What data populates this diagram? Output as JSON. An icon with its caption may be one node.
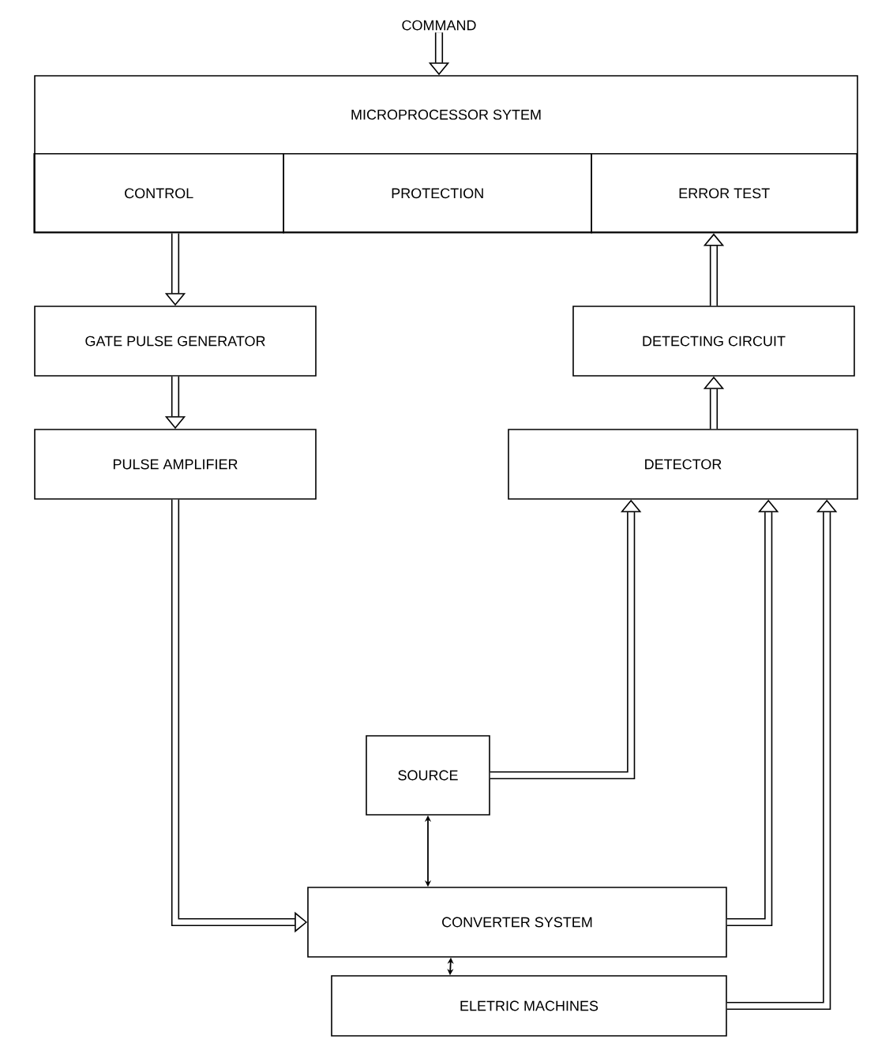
{
  "diagram": {
    "nodes": [
      {
        "text": [
          "COMMAND"
        ]
      },
      {
        "text": [
          "MICROPROCESSOR SYTEM"
        ]
      },
      {
        "text": [
          "CONTROL"
        ],
        "in": 1
      },
      {
        "text": [
          "PROTECTION"
        ],
        "in": 1
      },
      {
        "text": [
          "ERROR TEST"
        ],
        "in": 1
      },
      {
        "text": [
          "GATE PULSE GENERATOR"
        ]
      },
      {
        "text": [
          "DETECTING CIRCUIT"
        ]
      },
      {
        "text": [
          "PULSE AMPLIFIER"
        ]
      },
      {
        "text": [
          "DETECTOR"
        ]
      },
      {
        "text": [
          "SOURCE"
        ]
      },
      {
        "text": [
          "CONVERTER SYSTEM"
        ]
      },
      {
        "text": [
          "ELETRIC MACHINES"
        ]
      }
    ],
    "edges": [
      {
        "from": 0,
        "to": 1,
        "arrow": "to"
      },
      {
        "from": 2,
        "to": 5,
        "arrow": "to"
      },
      {
        "from": 5,
        "to": 7,
        "arrow": "to"
      },
      {
        "from": 7,
        "to": 10,
        "arrow": "to"
      },
      {
        "from": 6,
        "to": 4,
        "arrow": "to"
      },
      {
        "from": 8,
        "to": 6,
        "arrow": "to"
      },
      {
        "from": 9,
        "to": 8,
        "arrow": "to"
      },
      {
        "from": 10,
        "to": 8,
        "arrow": "to"
      },
      {
        "from": 11,
        "to": 8,
        "arrow": "to"
      },
      {
        "from": 9,
        "to": 10,
        "arrow": "both"
      },
      {
        "from": 10,
        "to": 11,
        "arrow": "both"
      }
    ]
  }
}
